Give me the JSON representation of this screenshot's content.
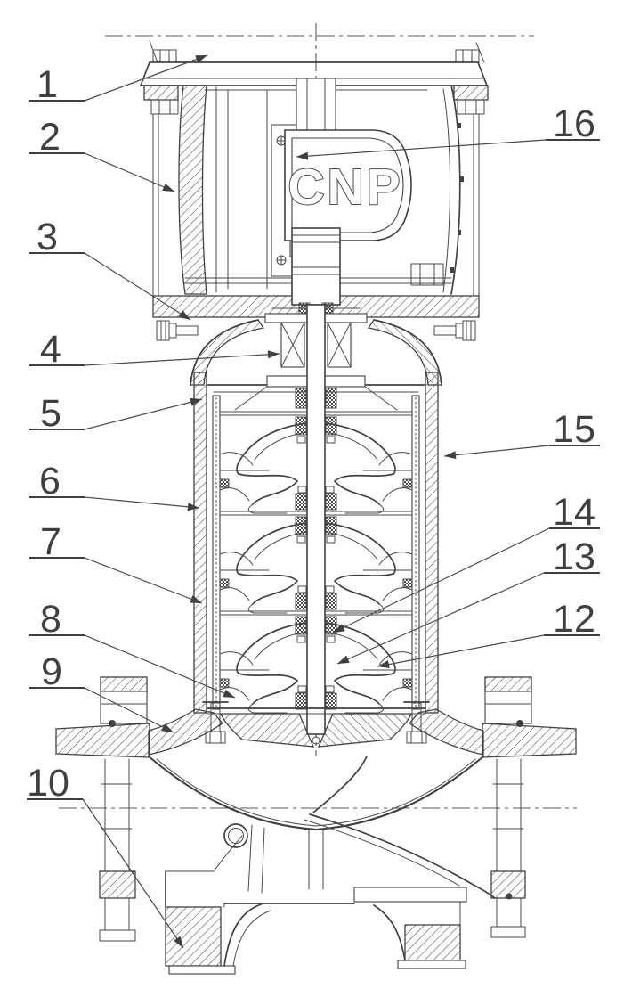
{
  "diagram": {
    "kind": "pump sectional drawing",
    "logo": {
      "text": "CNP"
    },
    "colors": {
      "line": "#414141",
      "label": "#3f3f3f",
      "background": "#ffffff"
    }
  },
  "callouts": [
    {
      "label": "1",
      "text": [
        53,
        109
      ],
      "underline": [
        33,
        95,
        113
      ],
      "leader": [
        [
          95,
          113
        ],
        [
          233,
          62
        ]
      ]
    },
    {
      "label": "2",
      "text": [
        56,
        168
      ],
      "underline": [
        33,
        95,
        172
      ],
      "leader": [
        [
          95,
          172
        ],
        [
          196,
          215
        ]
      ]
    },
    {
      "label": "3",
      "text": [
        53,
        280
      ],
      "underline": [
        33,
        95,
        284
      ],
      "leader": [
        [
          95,
          284
        ],
        [
          214,
          359
        ]
      ]
    },
    {
      "label": "4",
      "text": [
        57,
        406
      ],
      "underline": [
        33,
        95,
        410
      ],
      "leader": [
        [
          95,
          410
        ],
        [
          314,
          397
        ]
      ]
    },
    {
      "label": "5",
      "text": [
        57,
        478
      ],
      "underline": [
        33,
        95,
        482
      ],
      "leader": [
        [
          95,
          482
        ],
        [
          227,
          448
        ]
      ]
    },
    {
      "label": "6",
      "text": [
        56,
        554
      ],
      "underline": [
        33,
        95,
        558
      ],
      "leader": [
        [
          95,
          558
        ],
        [
          224,
          570
        ]
      ]
    },
    {
      "label": "7",
      "text": [
        57,
        622
      ],
      "underline": [
        33,
        95,
        626
      ],
      "leader": [
        [
          95,
          626
        ],
        [
          227,
          677
        ]
      ]
    },
    {
      "label": "8",
      "text": [
        57,
        709
      ],
      "underline": [
        33,
        95,
        713
      ],
      "leader": [
        [
          95,
          713
        ],
        [
          264,
          783
        ]
      ]
    },
    {
      "label": "9",
      "text": [
        58,
        768
      ],
      "underline": [
        33,
        95,
        772
      ],
      "leader": [
        [
          95,
          772
        ],
        [
          195,
          822
        ]
      ]
    },
    {
      "label": "10",
      "text": [
        54,
        893
      ],
      "underline": [
        30,
        93,
        897
      ],
      "leader": [
        [
          93,
          897
        ],
        [
          206,
          1064
        ]
      ]
    },
    {
      "label": "16",
      "text": [
        645,
        153
      ],
      "underline": [
        613,
        674,
        157
      ],
      "leader": [
        [
          613,
          157
        ],
        [
          333,
          176
        ]
      ]
    },
    {
      "label": "15",
      "text": [
        645,
        496
      ],
      "underline": [
        617,
        674,
        500
      ],
      "leader": [
        [
          617,
          500
        ],
        [
          499,
          512
        ]
      ]
    },
    {
      "label": "14",
      "text": [
        645,
        589
      ],
      "underline": [
        617,
        674,
        593
      ],
      "leader": [
        [
          617,
          593
        ],
        [
          374,
          710
        ]
      ]
    },
    {
      "label": "13",
      "text": [
        645,
        639
      ],
      "underline": [
        611,
        674,
        643
      ],
      "leader": [
        [
          611,
          643
        ],
        [
          379,
          745
        ]
      ]
    },
    {
      "label": "12",
      "text": [
        645,
        709
      ],
      "underline": [
        611,
        674,
        713
      ],
      "leader": [
        [
          611,
          713
        ],
        [
          424,
          748
        ]
      ]
    }
  ]
}
